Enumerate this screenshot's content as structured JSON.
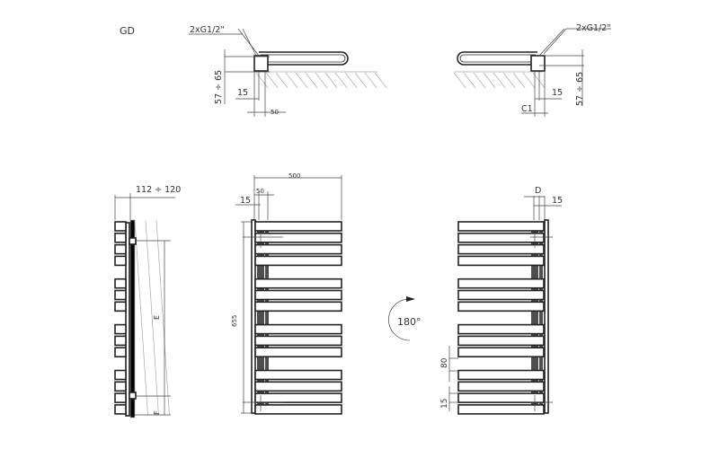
{
  "model": "GD",
  "top_left": {
    "connection": "2xG1/2\"",
    "height": "57 ÷ 65",
    "offset": "15",
    "width": "50"
  },
  "top_right": {
    "connection": "2xG1/2\"",
    "height": "57 ÷ 65",
    "offset": "15",
    "c1": "C1"
  },
  "side": {
    "depth": "112 ÷ 120",
    "e": "E",
    "f": "F"
  },
  "front": {
    "width": "500",
    "height": "655",
    "offset": "15",
    "collector": "50"
  },
  "rotated": {
    "rotation": "180°",
    "d": "D",
    "offset": "15",
    "gap": "80",
    "bar": "15"
  },
  "bar_groups": [
    4,
    3,
    3,
    4
  ],
  "colors": {
    "line": "#222222",
    "dim": "#444444",
    "hatch": "#aaaaaa"
  }
}
